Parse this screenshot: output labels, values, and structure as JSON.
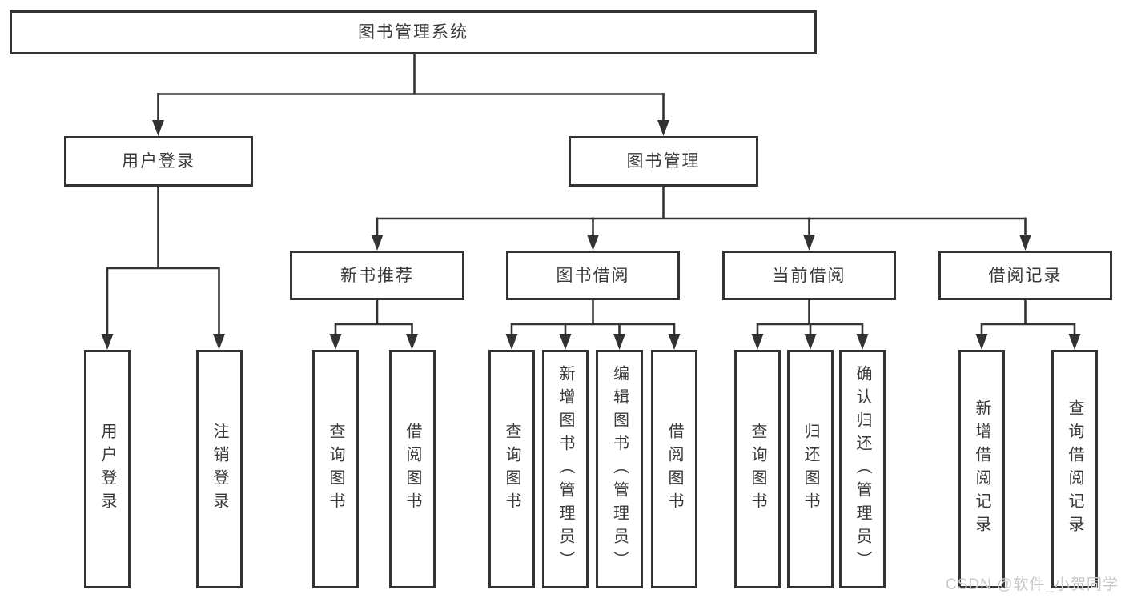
{
  "diagram": {
    "watermark": "CSDN @软件_小贺同学",
    "colors": {
      "line": "#333333",
      "box_border": "#333333",
      "text": "#3a3a3a",
      "background": "#ffffff",
      "watermark_text": "#c8c8c8"
    }
  },
  "tree": {
    "label": "图书管理系统",
    "children": [
      {
        "label": "用户登录",
        "children": [
          {
            "label": "用户登录"
          },
          {
            "label": "注销登录"
          }
        ]
      },
      {
        "label": "图书管理",
        "children": [
          {
            "label": "新书推荐",
            "children": [
              {
                "label": "查询图书"
              },
              {
                "label": "借阅图书"
              }
            ]
          },
          {
            "label": "图书借阅",
            "children": [
              {
                "label": "查询图书"
              },
              {
                "label": "新增图书（管理员）"
              },
              {
                "label": "编辑图书（管理员）"
              },
              {
                "label": "借阅图书"
              }
            ]
          },
          {
            "label": "当前借阅",
            "children": [
              {
                "label": "查询图书"
              },
              {
                "label": "归还图书"
              },
              {
                "label": "确认归还（管理员）"
              }
            ]
          },
          {
            "label": "借阅记录",
            "children": [
              {
                "label": "新增借阅记录"
              },
              {
                "label": "查询借阅记录"
              }
            ]
          }
        ]
      }
    ]
  }
}
